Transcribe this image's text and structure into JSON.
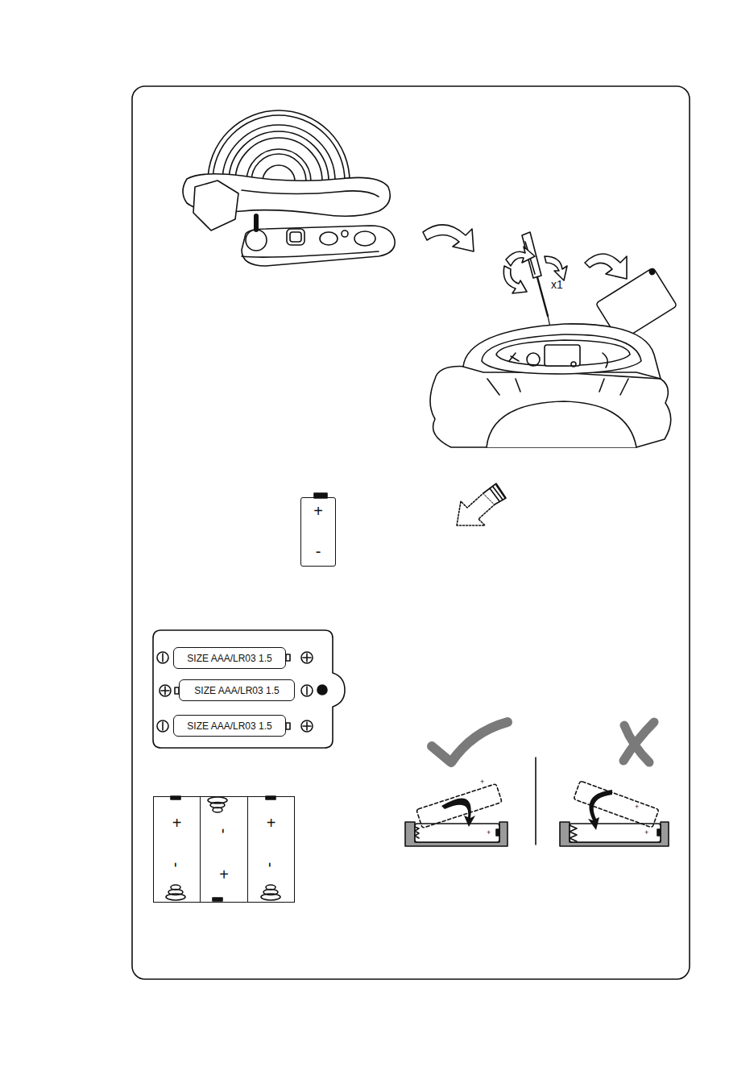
{
  "diagram": {
    "nodes": [
      {
        "text": [
          "+",
          "-"
        ]
      },
      {
        "text": [
          "SIZE AAA/LR03 1.5"
        ]
      },
      {
        "text": [
          "SIZE AAA/LR03 1.5"
        ]
      },
      {
        "text": [
          "SIZE AAA/LR03 1.5"
        ]
      },
      {
        "text": [
          "+",
          "-"
        ]
      },
      {
        "text": [
          "-",
          "+"
        ]
      },
      {
        "text": [
          "+",
          "-"
        ]
      }
    ],
    "labels": [
      "x1",
      "+",
      "+",
      "+",
      "+"
    ]
  }
}
